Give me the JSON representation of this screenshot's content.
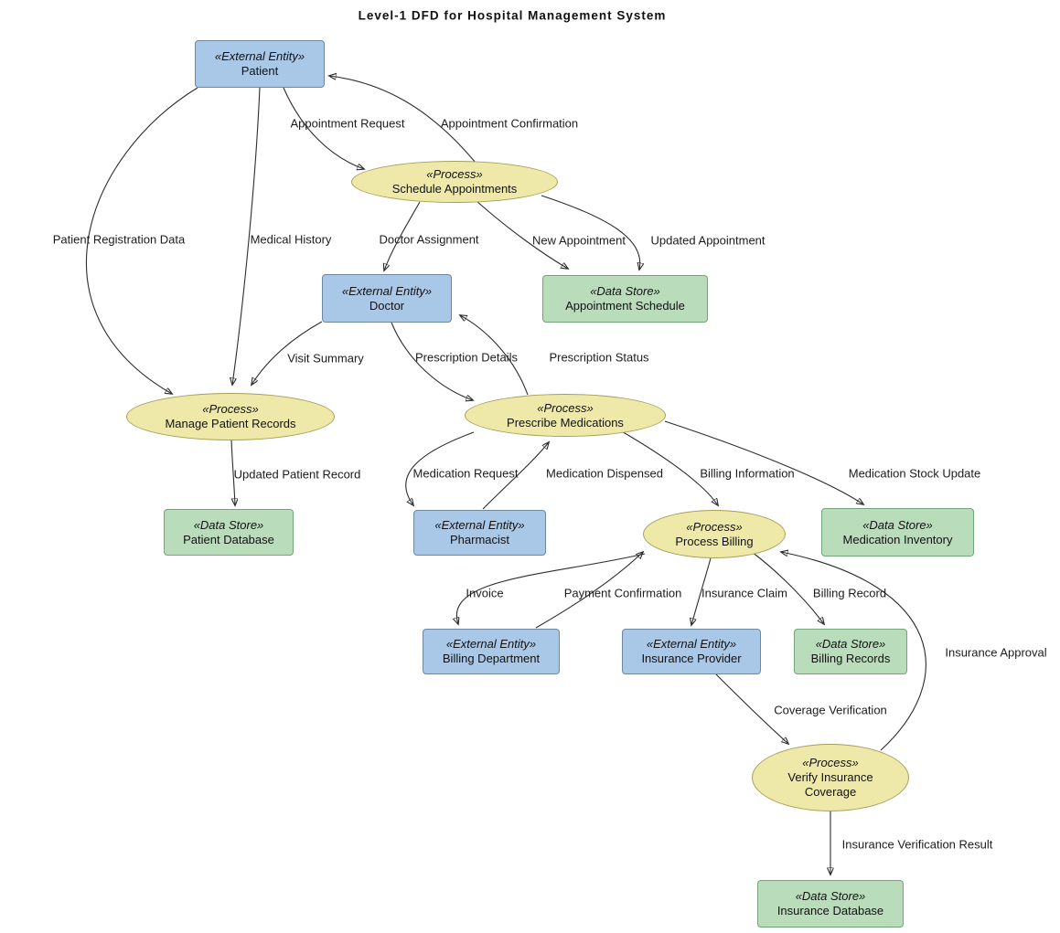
{
  "title": "Level-1 DFD for Hospital Management System",
  "colors": {
    "external_entity_fill": "#a9c7e7",
    "external_entity_border": "#6e87a0",
    "process_fill": "#efe9a9",
    "process_border": "#a7a05c",
    "data_store_fill": "#b9dcba",
    "data_store_border": "#74a47a",
    "edge": "#2d2d2d"
  },
  "nodes": {
    "patient": {
      "type": "external-entity",
      "stereotype": "«External Entity»",
      "name": "Patient"
    },
    "schedule_appointments": {
      "type": "process",
      "stereotype": "«Process»",
      "name": "Schedule Appointments"
    },
    "doctor": {
      "type": "external-entity",
      "stereotype": "«External Entity»",
      "name": "Doctor"
    },
    "appointment_schedule": {
      "type": "data-store",
      "stereotype": "«Data Store»",
      "name": "Appointment Schedule"
    },
    "manage_patient_records": {
      "type": "process",
      "stereotype": "«Process»",
      "name": "Manage Patient Records"
    },
    "patient_database": {
      "type": "data-store",
      "stereotype": "«Data Store»",
      "name": "Patient Database"
    },
    "prescribe_medications": {
      "type": "process",
      "stereotype": "«Process»",
      "name": "Prescribe Medications"
    },
    "pharmacist": {
      "type": "external-entity",
      "stereotype": "«External Entity»",
      "name": "Pharmacist"
    },
    "process_billing": {
      "type": "process",
      "stereotype": "«Process»",
      "name": "Process Billing"
    },
    "medication_inventory": {
      "type": "data-store",
      "stereotype": "«Data Store»",
      "name": "Medication Inventory"
    },
    "billing_department": {
      "type": "external-entity",
      "stereotype": "«External Entity»",
      "name": "Billing Department"
    },
    "insurance_provider": {
      "type": "external-entity",
      "stereotype": "«External Entity»",
      "name": "Insurance Provider"
    },
    "billing_records": {
      "type": "data-store",
      "stereotype": "«Data Store»",
      "name": "Billing Records"
    },
    "verify_insurance_coverage": {
      "type": "process",
      "stereotype": "«Process»",
      "name": "Verify Insurance Coverage"
    },
    "insurance_database": {
      "type": "data-store",
      "stereotype": "«Data Store»",
      "name": "Insurance Database"
    }
  },
  "edges": [
    {
      "from": "Patient",
      "to": "Schedule Appointments",
      "label": "Appointment Request"
    },
    {
      "from": "Schedule Appointments",
      "to": "Patient",
      "label": "Appointment Confirmation"
    },
    {
      "from": "Patient",
      "to": "Manage Patient Records",
      "label": "Patient Registration Data"
    },
    {
      "from": "Patient",
      "to": "Manage Patient Records",
      "label": "Medical History"
    },
    {
      "from": "Schedule Appointments",
      "to": "Doctor",
      "label": "Doctor Assignment"
    },
    {
      "from": "Schedule Appointments",
      "to": "Appointment Schedule",
      "label": "New Appointment"
    },
    {
      "from": "Schedule Appointments",
      "to": "Appointment Schedule",
      "label": "Updated Appointment"
    },
    {
      "from": "Doctor",
      "to": "Manage Patient Records",
      "label": "Visit Summary"
    },
    {
      "from": "Doctor",
      "to": "Prescribe Medications",
      "label": "Prescription Details"
    },
    {
      "from": "Prescribe Medications",
      "to": "Doctor",
      "label": "Prescription Status"
    },
    {
      "from": "Manage Patient Records",
      "to": "Patient Database",
      "label": "Updated Patient Record"
    },
    {
      "from": "Prescribe Medications",
      "to": "Pharmacist",
      "label": "Medication Request"
    },
    {
      "from": "Pharmacist",
      "to": "Prescribe Medications",
      "label": "Medication Dispensed"
    },
    {
      "from": "Prescribe Medications",
      "to": "Process Billing",
      "label": "Billing Information"
    },
    {
      "from": "Prescribe Medications",
      "to": "Medication Inventory",
      "label": "Medication Stock Update"
    },
    {
      "from": "Process Billing",
      "to": "Billing Department",
      "label": "Invoice"
    },
    {
      "from": "Billing Department",
      "to": "Process Billing",
      "label": "Payment Confirmation"
    },
    {
      "from": "Process Billing",
      "to": "Insurance Provider",
      "label": "Insurance Claim"
    },
    {
      "from": "Process Billing",
      "to": "Billing Records",
      "label": "Billing Record"
    },
    {
      "from": "Insurance Provider",
      "to": "Verify Insurance Coverage",
      "label": "Coverage Verification"
    },
    {
      "from": "Verify Insurance Coverage",
      "to": "Process Billing",
      "label": "Insurance Approval"
    },
    {
      "from": "Verify Insurance Coverage",
      "to": "Insurance Database",
      "label": "Insurance Verification Result"
    }
  ]
}
